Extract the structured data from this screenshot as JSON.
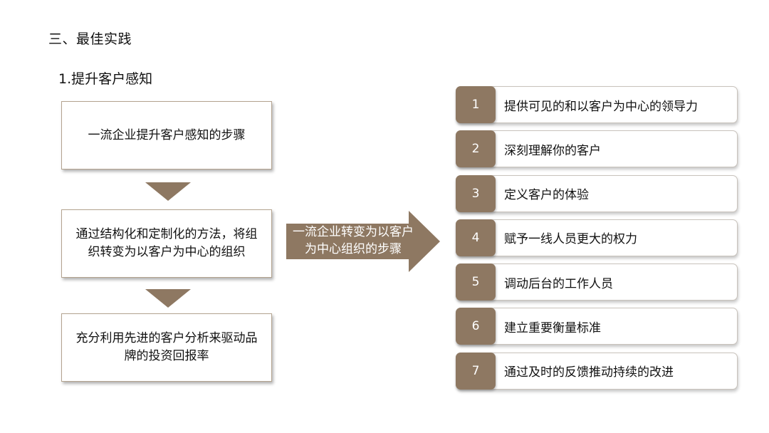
{
  "heading": "三、最佳实践",
  "subheading": "1.提升客户感知",
  "flow": {
    "box1": "一流企业提升客户感知的步骤",
    "box2": "通过结构化和定制化的方法，将组织转变为以客户为中心的组织",
    "box3": "充分利用先进的客户分析来驱动品牌的投资回报率"
  },
  "arrow_label": "一流企业转变为以客户为中心组织的步骤",
  "accent_color": "#8e7862",
  "steps": [
    {
      "num": "1",
      "text": "提供可见的和以客户为中心的领导力"
    },
    {
      "num": "2",
      "text": "深刻理解你的客户"
    },
    {
      "num": "3",
      "text": "定义客户的体验"
    },
    {
      "num": "4",
      "text": "赋予一线人员更大的权力"
    },
    {
      "num": "5",
      "text": "调动后台的工作人员"
    },
    {
      "num": "6",
      "text": "建立重要衡量标准"
    },
    {
      "num": "7",
      "text": "通过及时的反馈推动持续的改进"
    }
  ]
}
